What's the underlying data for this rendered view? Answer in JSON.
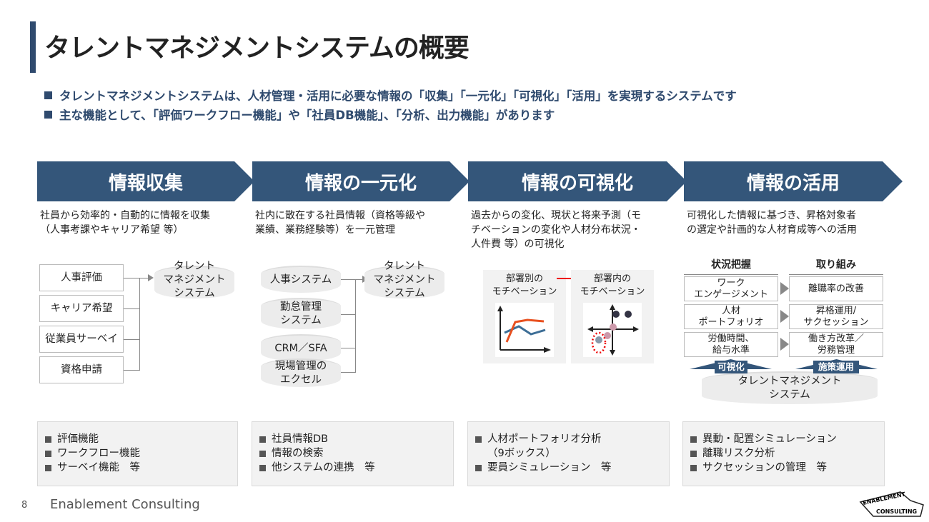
{
  "title": "タレントマネジメントシステムの概要",
  "bullets": [
    "タレントマネジメントシステムは、人材管理・活用に必要な情報の「収集」「一元化」「可視化」「活用」を実現するシステムです",
    "主な機能として、「評価ワークフロー機能」や「社員DB機能」、「分析、出力機能」があります"
  ],
  "steps": [
    {
      "label": "情報収集",
      "desc": [
        "社員から効率的・自動的に情報を収集",
        "（人事考課やキャリア希望 等）"
      ],
      "features": [
        "評価機能",
        "ワークフロー機能",
        "サーベイ機能　等"
      ]
    },
    {
      "label": "情報の一元化",
      "desc": [
        "社内に散在する社員情報（資格等級や",
        "業績、業務経験等）を一元管理"
      ],
      "features": [
        "社員情報DB",
        "情報の検索",
        "他システムの連携　等"
      ]
    },
    {
      "label": "情報の可視化",
      "desc": [
        "過去からの変化、現状と将来予測（モ",
        "チベーションの変化や人材分布状況・",
        "人件費 等）の可視化"
      ],
      "features": [
        "人材ポートフォリオ分析",
        "（9ボックス）",
        "要員シミュレーション　等"
      ]
    },
    {
      "label": "情報の活用",
      "desc": [
        "可視化した情報に基づき、昇格対象者",
        "の選定や計画的な人材育成等への活用"
      ],
      "features": [
        "異動・配置シミュレーション",
        "離職リスク分析",
        "サクセッションの管理　等"
      ]
    }
  ],
  "collect": {
    "sources": [
      "人事評価",
      "キャリア希望",
      "従業員サーベイ",
      "資格申請"
    ],
    "target": [
      "タレント",
      "マネジメント",
      "システム"
    ]
  },
  "unify": {
    "sources": [
      [
        "人事システム"
      ],
      [
        "勤怠管理",
        "システム"
      ],
      [
        "CRM／SFA"
      ],
      [
        "現場管理の",
        "エクセル"
      ]
    ],
    "target": [
      "タレント",
      "マネジメント",
      "システム"
    ]
  },
  "visual": {
    "left": [
      "部署別の",
      "モチベーション"
    ],
    "right": [
      "部署内の",
      "モチベーション"
    ],
    "colors": {
      "orange": "#e8501f",
      "blue": "#3d6e96"
    }
  },
  "use": {
    "h1": "状況把握",
    "h2": "取り組み",
    "left": [
      [
        "ワーク",
        "エンゲージメント"
      ],
      [
        "人材",
        "ポートフォリオ"
      ],
      [
        "労働時間、",
        "給与水準"
      ]
    ],
    "right": [
      [
        "離職率の改善"
      ],
      [
        "昇格運用/",
        "サクセッション"
      ],
      [
        "働き方改革／",
        "労務管理"
      ]
    ],
    "tag1": "可視化",
    "tag2": "施策運用",
    "base": [
      "タレントマネジメント",
      "システム"
    ]
  },
  "footer": {
    "page": "8",
    "company": "Enablement Consulting",
    "logo": "ENABLEMENT CONSULTING"
  }
}
